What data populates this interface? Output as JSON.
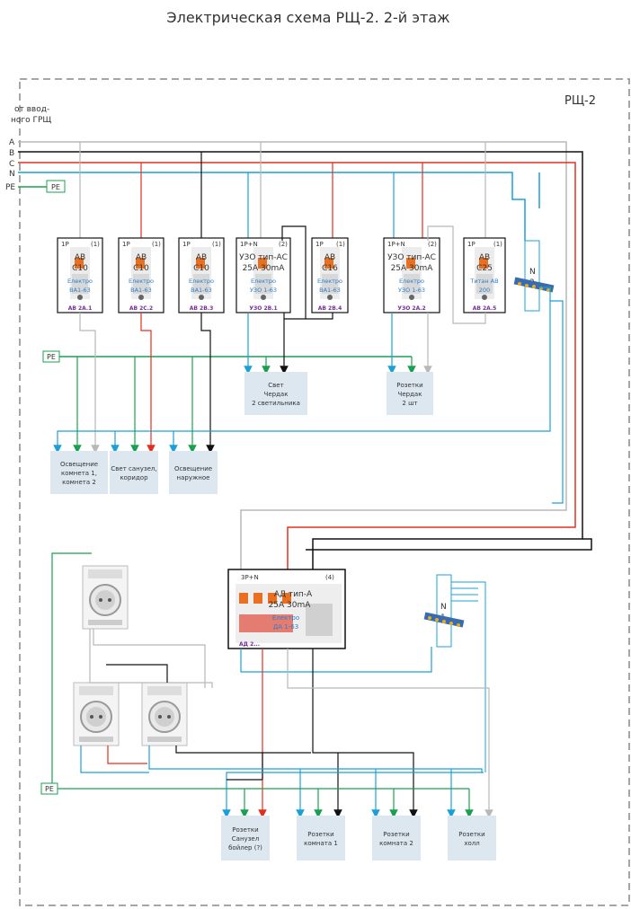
{
  "title": "Электрическая схема РЩ-2. 2-й этаж",
  "panel_label": "РЩ-2",
  "input_label": [
    "от ввод-",
    "ного ГРЩ"
  ],
  "buses": {
    "a": "A",
    "b": "B",
    "c": "C",
    "n": "N",
    "pe": "PE"
  },
  "pe_tag": "PE",
  "breakers_top": [
    {
      "poles": "1P",
      "num": "(1)",
      "lines": [
        "АВ",
        "С10"
      ],
      "brand": [
        "Електро",
        "ВА1-63"
      ],
      "id": "АВ 2А.1"
    },
    {
      "poles": "1P",
      "num": "(1)",
      "lines": [
        "АВ",
        "С10"
      ],
      "brand": [
        "Електро",
        "ВА1-63"
      ],
      "id": "АВ 2С.2"
    },
    {
      "poles": "1P",
      "num": "(1)",
      "lines": [
        "АВ",
        "С10"
      ],
      "brand": [
        "Електро",
        "ВА1-63"
      ],
      "id": "АВ 2В.3"
    },
    {
      "poles": "1P+N",
      "num": "(2)",
      "lines": [
        "УЗО тип-АС",
        "25А 30mA"
      ],
      "brand": [
        "Електро",
        "УЗО 1-63"
      ],
      "id": "УЗО 2В.1"
    },
    {
      "poles": "1P",
      "num": "(1)",
      "lines": [
        "АВ",
        "С16"
      ],
      "brand": [
        "Електро",
        "ВА1-63"
      ],
      "id": "АВ 2В.4"
    },
    {
      "poles": "1P+N",
      "num": "(2)",
      "lines": [
        "УЗО тип-АС",
        "25А 30mA"
      ],
      "brand": [
        "Електро",
        "УЗО 1-63"
      ],
      "id": "УЗО 2А.2"
    },
    {
      "poles": "1P",
      "num": "(1)",
      "lines": [
        "АВ",
        "С25"
      ],
      "brand": [
        "Титан АВ",
        "200"
      ],
      "id": "АВ 2А.5"
    }
  ],
  "n_bus_top": [
    "N",
    "2"
  ],
  "n_bus_bottom": [
    "N",
    "1"
  ],
  "loads_top": [
    {
      "lines": [
        "Освещение",
        "комнета 1,",
        "комнета 2"
      ]
    },
    {
      "lines": [
        "Свет санузел,",
        "коридор"
      ]
    },
    {
      "lines": [
        "Освещение",
        "наружное"
      ]
    },
    {
      "lines": [
        "Свет",
        "Чердак",
        "2 светильника"
      ]
    },
    {
      "lines": [
        "Розетки",
        "Чердак",
        "2 шт"
      ]
    }
  ],
  "rcbo": {
    "poles": "3P+N",
    "num": "(4)",
    "lines": [
      "АД тип-А",
      "25А 30mA"
    ],
    "brand": [
      "Електро",
      "ДА 1-63"
    ],
    "id": "АД 2..."
  },
  "loads_bottom": [
    {
      "lines": [
        "Розетки",
        "Санузел",
        "бойлер (?)"
      ]
    },
    {
      "lines": [
        "Розетки",
        "комната 1"
      ]
    },
    {
      "lines": [
        "Розетки",
        "комната 2"
      ]
    },
    {
      "lines": [
        "Розетки",
        "холл"
      ]
    }
  ],
  "colors": {
    "a": "#b8b8b8",
    "b": "#e03020",
    "c": "#111111",
    "n": "#1aa0d8",
    "pe": "#1aa050",
    "load_bg": "#dde7f0",
    "frame": "#888888"
  }
}
